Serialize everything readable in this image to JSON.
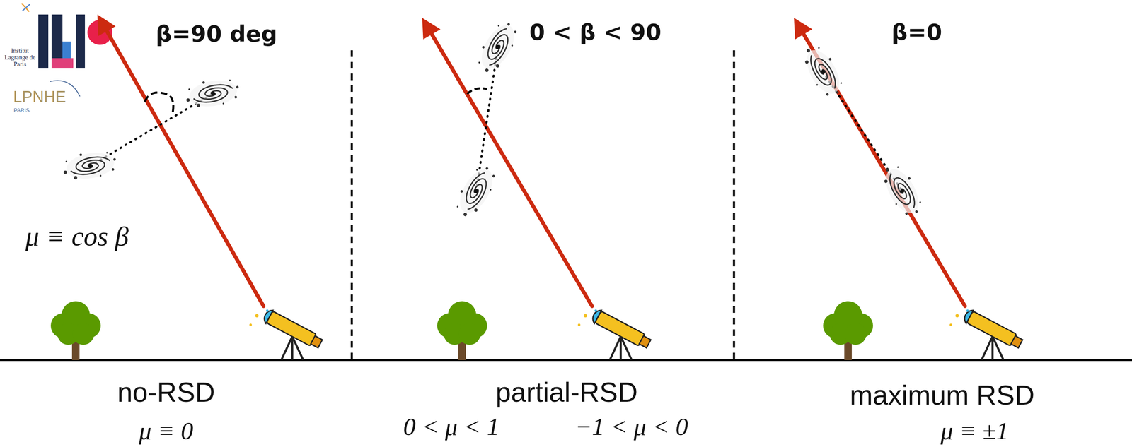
{
  "diagram": {
    "labels": [
      "Institut Lagrange de Paris",
      "LPNHE",
      "PARIS",
      "β=90 deg",
      "0 < β < 90",
      "β=0",
      "μ ≡ cos β",
      "no-RSD",
      "μ ≡ 0",
      "partial-RSD",
      "0 < μ < 1",
      "−1 < μ < 0",
      "maximum RSD",
      "μ ≡ ±1"
    ]
  }
}
